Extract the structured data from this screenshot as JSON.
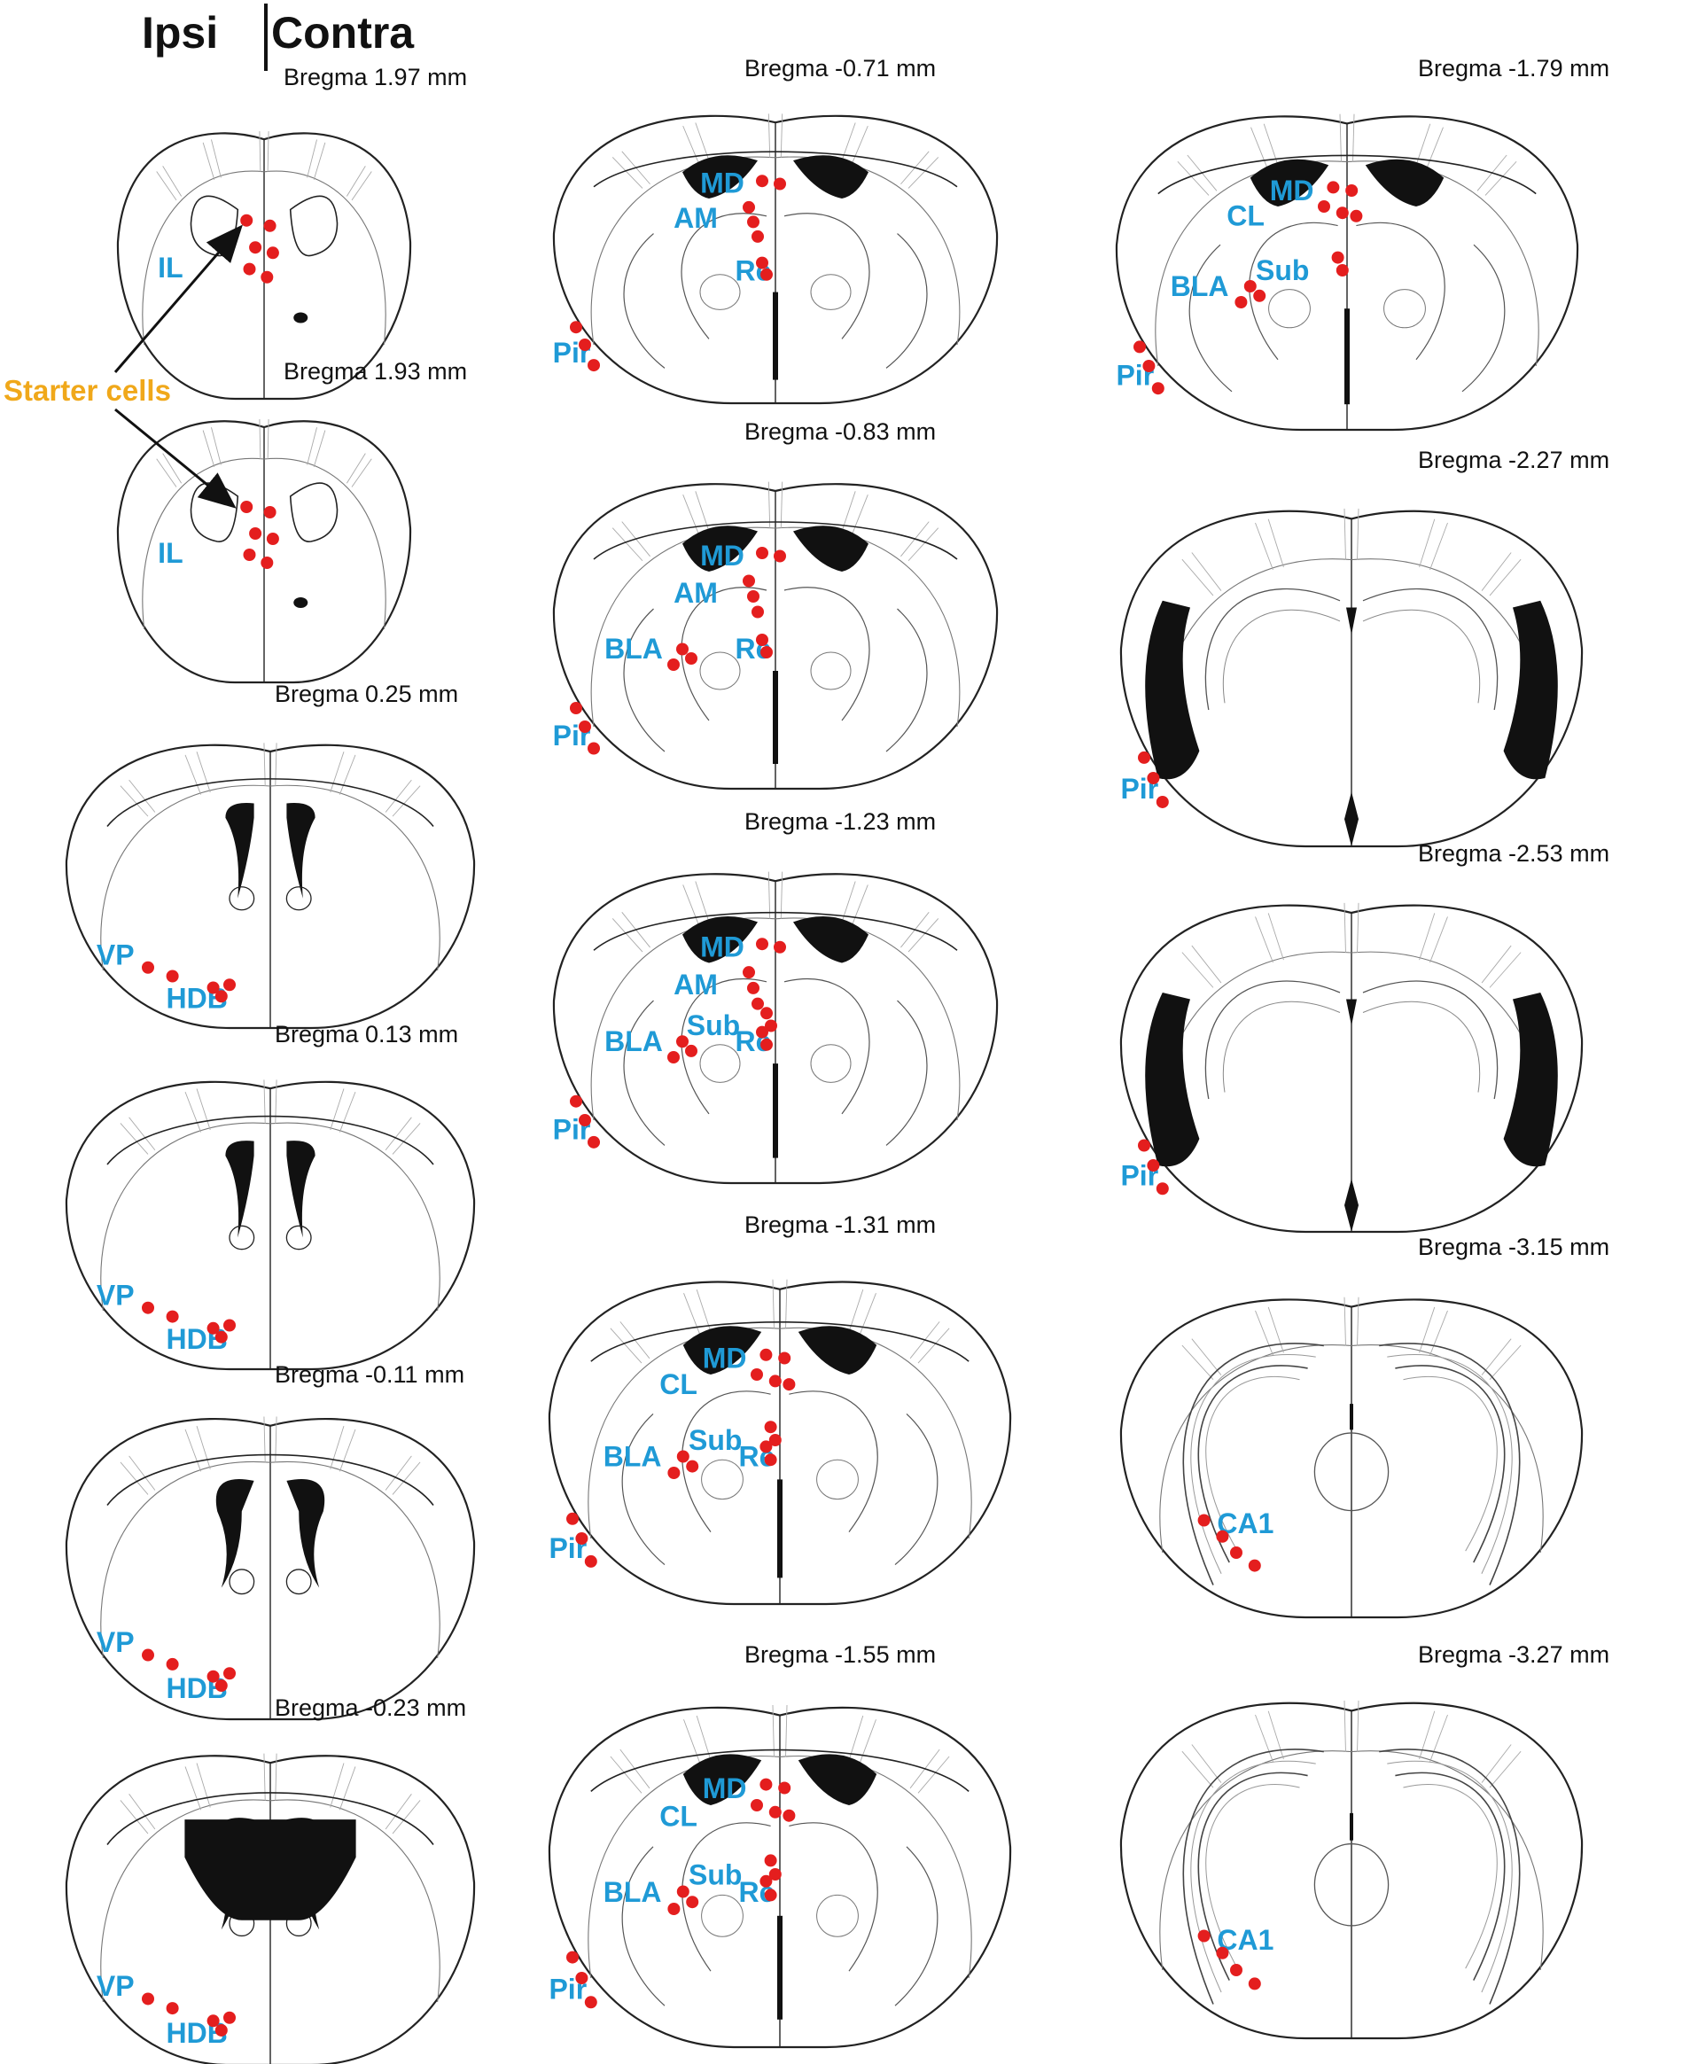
{
  "header": {
    "ipsi": "Ipsi",
    "contra": "Contra"
  },
  "annotation": {
    "starter_cells": "Starter cells"
  },
  "colors": {
    "region_label": "#1f9ad6",
    "dot": "#e41e1e",
    "starter_label": "#f0a81a",
    "outline": "#222222",
    "ventricle": "#111111"
  },
  "sections": [
    {
      "title": "Bregma 1.97 mm",
      "kind": "ant",
      "regions": [
        "IL"
      ]
    },
    {
      "title": "Bregma 1.93 mm",
      "kind": "ant",
      "regions": [
        "IL"
      ]
    },
    {
      "title": "Bregma 0.25 mm",
      "kind": "mid",
      "regions": [
        "VP",
        "HDB"
      ]
    },
    {
      "title": "Bregma 0.13 mm",
      "kind": "mid",
      "regions": [
        "VP",
        "HDB"
      ]
    },
    {
      "title": "Bregma -0.11 mm",
      "kind": "mid",
      "regions": [
        "VP",
        "HDB"
      ]
    },
    {
      "title": "Bregma -0.23 mm",
      "kind": "mid",
      "regions": [
        "VP",
        "HDB"
      ]
    },
    {
      "title": "Bregma -0.71 mm",
      "kind": "thal",
      "regions": [
        "MD",
        "AM",
        "Re",
        "Pir"
      ]
    },
    {
      "title": "Bregma -0.83 mm",
      "kind": "thal",
      "regions": [
        "MD",
        "AM",
        "BLA",
        "Re",
        "Pir"
      ]
    },
    {
      "title": "Bregma -1.23 mm",
      "kind": "thal",
      "regions": [
        "MD",
        "AM",
        "BLA",
        "Sub",
        "Re",
        "Pir"
      ]
    },
    {
      "title": "Bregma -1.31 mm",
      "kind": "thal",
      "regions": [
        "MD",
        "CL",
        "BLA",
        "Sub",
        "Re",
        "Pir"
      ]
    },
    {
      "title": "Bregma -1.55 mm",
      "kind": "thal",
      "regions": [
        "CL",
        "MD",
        "BLA",
        "Sub",
        "Re",
        "Pir"
      ]
    },
    {
      "title": "Bregma -1.79 mm",
      "kind": "thal",
      "regions": [
        "MD",
        "CL",
        "BLA",
        "Sub",
        "Pir"
      ]
    },
    {
      "title": "Bregma -2.27 mm",
      "kind": "post",
      "regions": [
        "Pir"
      ]
    },
    {
      "title": "Bregma -2.53 mm",
      "kind": "post",
      "regions": [
        "Pir"
      ]
    },
    {
      "title": "Bregma -3.15 mm",
      "kind": "hip",
      "regions": [
        "CA1"
      ]
    },
    {
      "title": "Bregma -3.27 mm",
      "kind": "hip",
      "regions": [
        "CA1"
      ]
    }
  ]
}
